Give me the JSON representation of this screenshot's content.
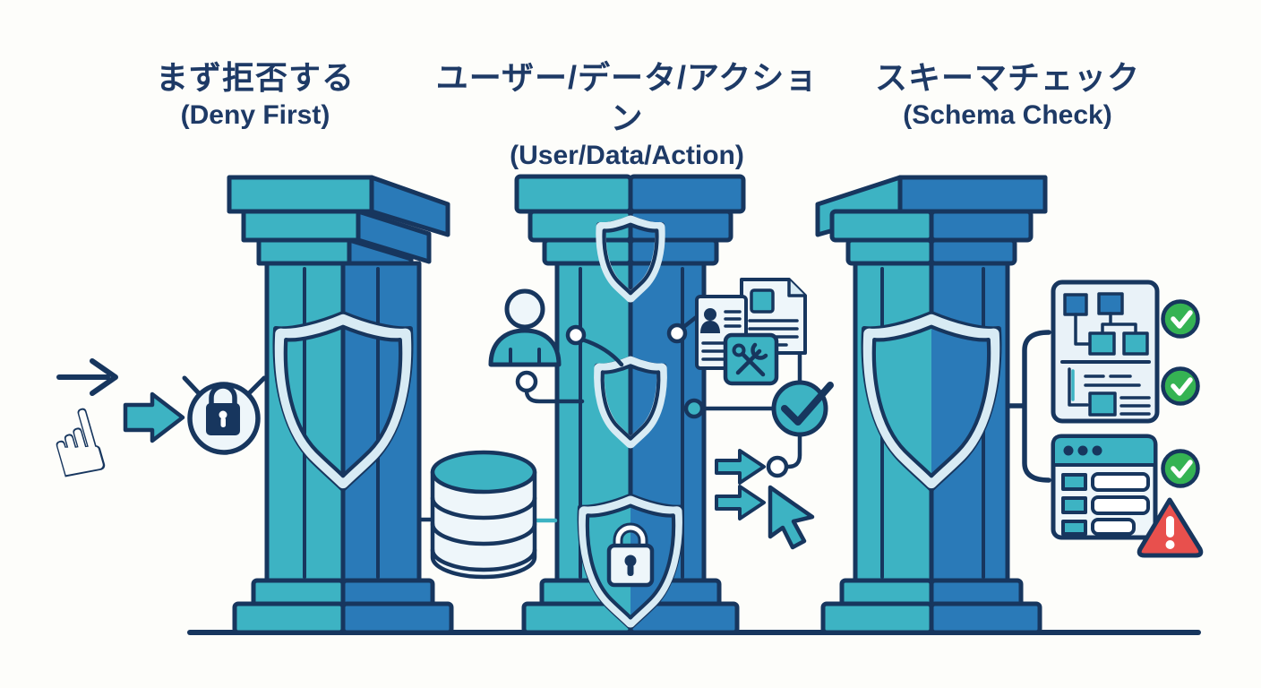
{
  "canvas": {
    "bg": "#fdfdfa"
  },
  "colors": {
    "navy": "#17365e",
    "teal": "#3db3c3",
    "blue": "#2a7ab8",
    "light": "#d8ebf4",
    "icon": "#eef6fa",
    "panel": "#e9f2f8",
    "green": "#35b353",
    "red": "#e8504d",
    "title": "#1e3a66",
    "white": "#ffffff",
    "bg": "#fdfdfa"
  },
  "columns": [
    {
      "id": "deny-first",
      "title_jp": "まず拒否する",
      "title_en": "(Deny First)"
    },
    {
      "id": "user-data-action",
      "title_jp": "ユーザー/データ/アクション",
      "title_en": "(User/Data/Action)"
    },
    {
      "id": "schema-check",
      "title_jp": "スキーマチェック",
      "title_en": "(Schema Check)"
    }
  ],
  "icons": {
    "left_flow": [
      "arrow-right-icon",
      "pointing-hand-icon",
      "arrow-right-icon",
      "denied-lock-icon"
    ],
    "pillar_deny_first": [
      "shield-icon"
    ],
    "between_pillars": [
      "database-icon"
    ],
    "pillar_user_data_action": [
      "shield-icon",
      "shield-icon",
      "lock-shield-icon",
      "user-icon",
      "id-card-icon",
      "document-icon",
      "tools-icon",
      "check-circle-icon",
      "arrow-right-icon",
      "arrow-right-icon",
      "cursor-icon"
    ],
    "pillar_schema_check": [
      "shield-icon"
    ],
    "right_panels": [
      "schema-document-icon",
      "browser-window-icon",
      "check-circle-icon",
      "check-circle-icon",
      "check-circle-icon",
      "warning-triangle-icon"
    ]
  }
}
